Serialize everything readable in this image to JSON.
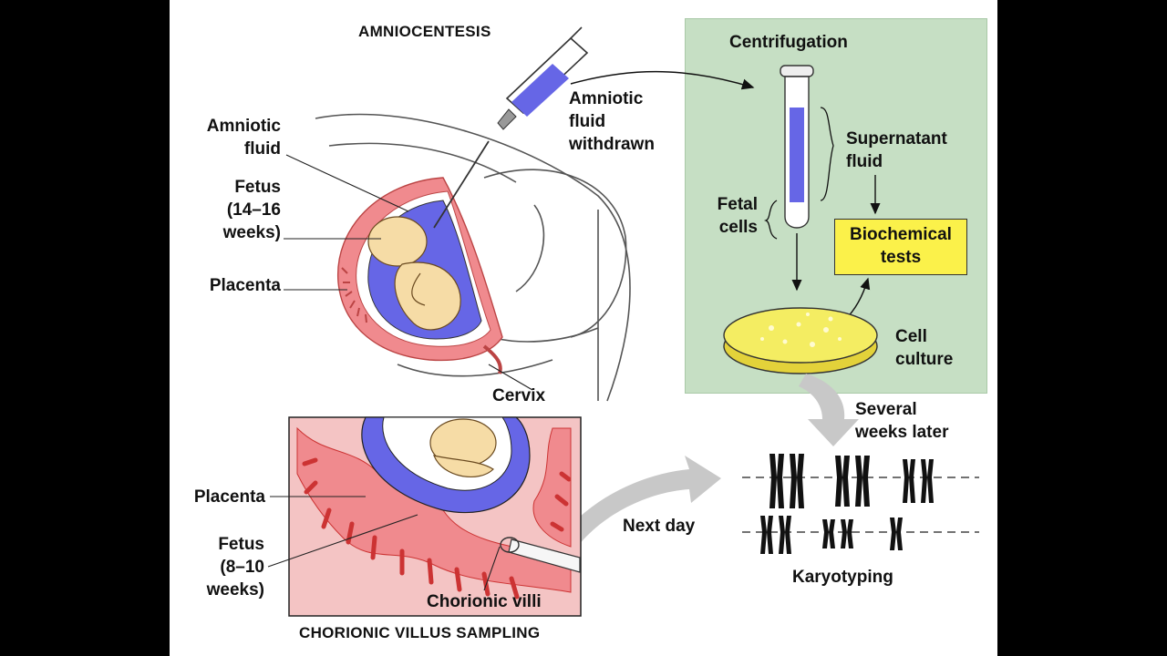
{
  "title_top": "AMNIOCENTESIS",
  "title_bottom": "CHORIONIC VILLUS SAMPLING",
  "labels": {
    "amniotic_fluid": [
      "Amniotic",
      "fluid"
    ],
    "fetus_top": [
      "Fetus",
      "(14–16",
      "weeks)"
    ],
    "placenta_top": "Placenta",
    "cervix": "Cervix",
    "fluid_withdrawn": [
      "Amniotic",
      "fluid",
      "withdrawn"
    ],
    "centrifugation": "Centrifugation",
    "supernatant": [
      "Supernatant",
      "fluid"
    ],
    "fetal_cells": [
      "Fetal",
      "cells"
    ],
    "biochemical": [
      "Biochemical",
      "tests"
    ],
    "cell_culture": [
      "Cell",
      "culture"
    ],
    "several_weeks": [
      "Several",
      "weeks later"
    ],
    "next_day": "Next day",
    "karyotyping": "Karyotyping",
    "placenta_bottom": "Placenta",
    "fetus_bottom": [
      "Fetus",
      "(8–10",
      "weeks)"
    ],
    "chorionic_villi": "Chorionic villi"
  },
  "colors": {
    "green_panel": "#c6dfc4",
    "yellow_box": "#fbf14a",
    "uterus_pink": "#f08a8e",
    "amnion_blue": "#6666e6",
    "fetus_skin": "#f6dca6",
    "dish_yellow": "#f4ed62",
    "arrow_grey": "#c8c8c8"
  }
}
